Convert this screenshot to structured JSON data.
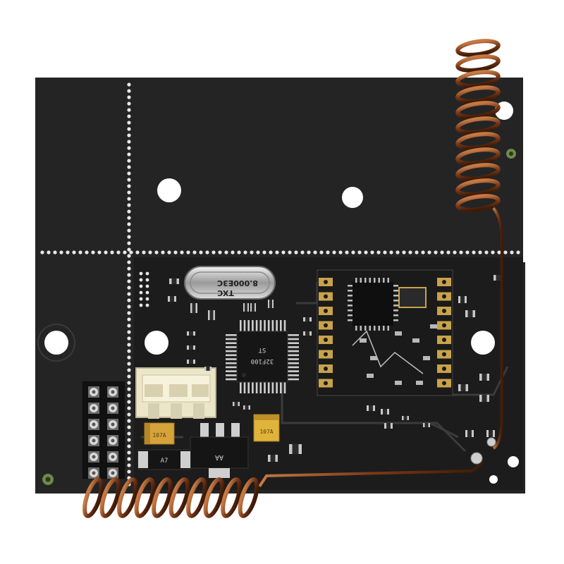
{
  "image": {
    "subject": "pcb-radio-module",
    "background_color": "#ffffff",
    "board_color": "#242424",
    "silk_color": "#e8e8e8",
    "copper_color": "#8a4a22",
    "pad_color": "#c9a24a"
  },
  "markings": {
    "crystal_line1": "8.000E3C",
    "crystal_line2": "TXC",
    "mcu_line1": "ST",
    "mcu_line2": "32F100",
    "diode_text": "A7",
    "regulator_text": "AA",
    "cap_text": "107A"
  }
}
